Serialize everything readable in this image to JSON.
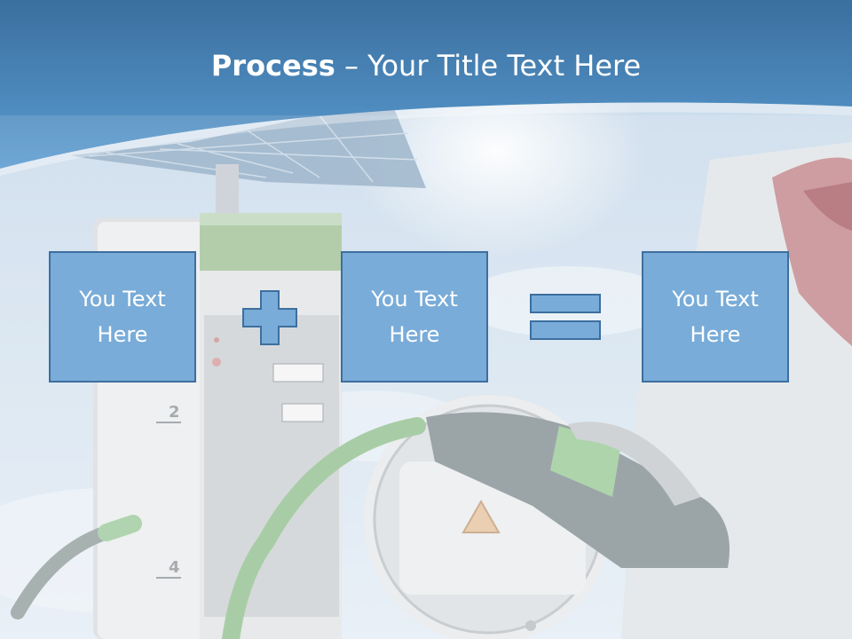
{
  "title": {
    "strong": "Process",
    "rest": " – Your Title Text Here"
  },
  "boxes": [
    {
      "text": "You Text Here"
    },
    {
      "text": "You Text Here"
    },
    {
      "text": "You Text Here"
    }
  ],
  "operators": [
    "plus-icon",
    "equals-icon"
  ],
  "colors": {
    "header": "#3e79b3",
    "box_fill": "#79acd8",
    "box_border": "#3d6f9f"
  }
}
